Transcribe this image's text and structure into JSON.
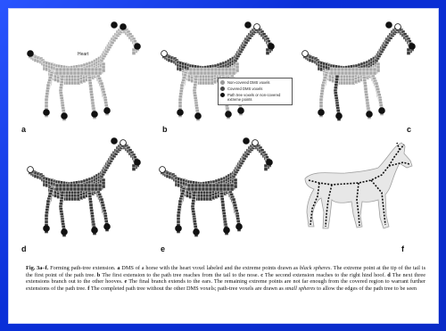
{
  "figure": {
    "panel_labels": [
      "a",
      "b",
      "c",
      "d",
      "e",
      "f"
    ],
    "heart_label": "Heart",
    "legend": {
      "items": [
        {
          "label": "Non-covered DMS voxels",
          "color": "#9a9a9a"
        },
        {
          "label": "Covered DMS voxels",
          "color": "#4a4a4a"
        },
        {
          "label": "Path tree voxels or non-covered extreme points",
          "color": "#111111"
        }
      ]
    }
  },
  "caption": {
    "fig_id": "Fig. 3a–f.",
    "title": "Forming path-tree extension.",
    "segments": [
      {
        "b": "a",
        "t": " DMS of a horse with the heart voxel labeled and the extreme points drawn as "
      },
      {
        "i": "black spheres"
      },
      {
        "t": ". The extreme point at the tip of the tail is the first point of the path tree. "
      },
      {
        "b": "b",
        "t": " The first extension to the path tree reaches from the tail to the nose. "
      },
      {
        "b": "c",
        "t": " The second extension reaches to the right hind hoof. "
      },
      {
        "b": "d",
        "t": " The next three extensions branch out to the other hooves. "
      },
      {
        "b": "e",
        "t": " The final branch extends to the ears. The remaining extreme points are not far enough from the covered region to warrant further extensions of the path tree. "
      },
      {
        "b": "f",
        "t": " The completed path tree without the other DMS voxels; path-tree voxels are drawn as "
      },
      {
        "i": "small spheres"
      },
      {
        "t": " to allow the edges of the path tree to be seen"
      }
    ]
  },
  "colors": {
    "border": "#0a2fe0",
    "paper": "#ffffff",
    "light_voxel": "#a8a8a8",
    "dark_voxel": "#3a3a3a"
  }
}
